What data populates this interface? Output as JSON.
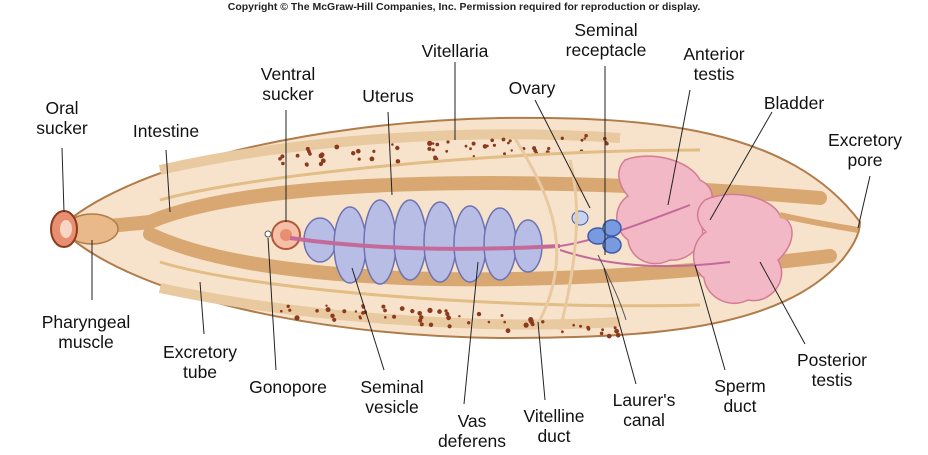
{
  "copyright": "Copyright © The McGraw-Hill Companies, Inc. Permission required for reproduction or display.",
  "colors": {
    "body_fill": "#f7e3cc",
    "body_outline": "#b07c4a",
    "intestine": "#d9a872",
    "uterus": "#b8bde6",
    "testis": "#f2b8c6",
    "ovary": "#5a7fcf",
    "duct": "#c46a9a",
    "vitellaria_dots": "#8c3a1e"
  },
  "labels": {
    "oral_sucker": [
      "Oral",
      "sucker"
    ],
    "intestine": [
      "Intestine"
    ],
    "ventral_sucker": [
      "Ventral",
      "sucker"
    ],
    "uterus": [
      "Uterus"
    ],
    "vitellaria": [
      "Vitellaria"
    ],
    "ovary": [
      "Ovary"
    ],
    "seminal_receptacle": [
      "Seminal",
      "receptacle"
    ],
    "anterior_testis": [
      "Anterior",
      "testis"
    ],
    "bladder": [
      "Bladder"
    ],
    "excretory_pore": [
      "Excretory",
      "pore"
    ],
    "pharyngeal_muscle": [
      "Pharyngeal",
      "muscle"
    ],
    "excretory_tube": [
      "Excretory",
      "tube"
    ],
    "gonopore": [
      "Gonopore"
    ],
    "seminal_vesicle": [
      "Seminal",
      "vesicle"
    ],
    "vas_deferens": [
      "Vas",
      "deferens"
    ],
    "vitelline_duct": [
      "Vitelline",
      "duct"
    ],
    "laurers_canal": [
      "Laurer's",
      "canal"
    ],
    "sperm_duct": [
      "Sperm",
      "duct"
    ],
    "posterior_testis": [
      "Posterior",
      "testis"
    ]
  }
}
